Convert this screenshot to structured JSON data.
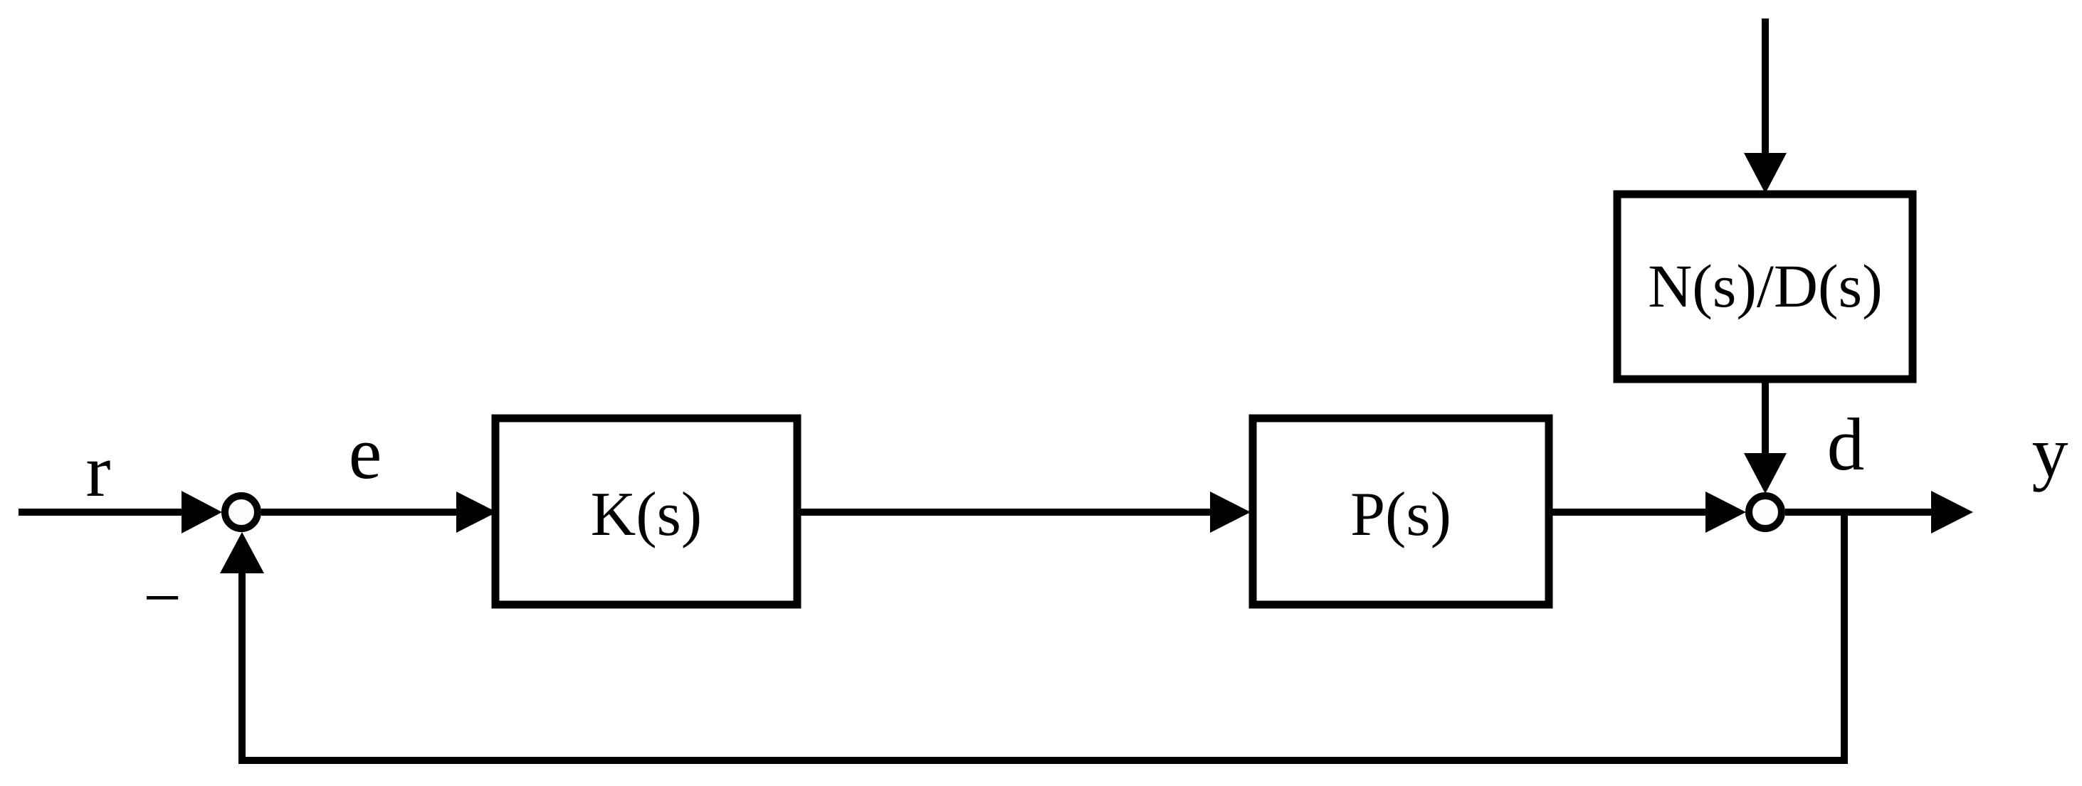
{
  "diagram": {
    "background_color": "#ffffff",
    "line_color": "#000000",
    "junction_fill_color": "#fbfcfe",
    "signals": {
      "reference": "r",
      "error": "e",
      "disturbance": "d",
      "output": "y",
      "feedback_sign": "−"
    },
    "blocks": {
      "controller": {
        "label": "K(s)"
      },
      "plant": {
        "label": "P(s)"
      },
      "disturbance_model": {
        "label": "N(s)/D(s)"
      }
    }
  }
}
